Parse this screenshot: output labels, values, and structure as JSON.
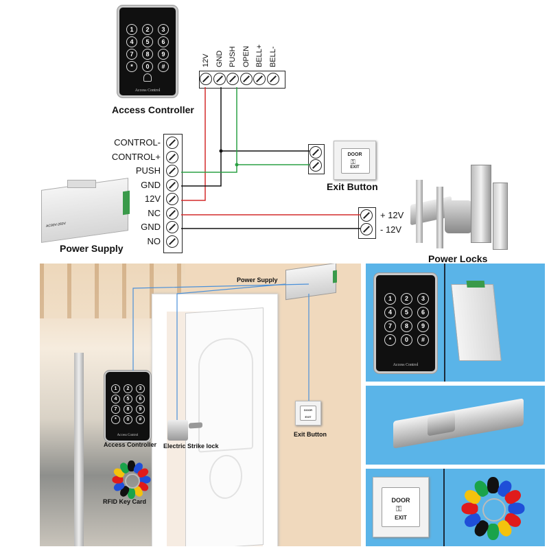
{
  "keypad": {
    "keys": [
      "1",
      "2",
      "3",
      "4",
      "5",
      "6",
      "7",
      "8",
      "9",
      "*",
      "0",
      "#"
    ],
    "brand": "Access Control"
  },
  "access_controller": {
    "caption": "Access Controller",
    "terminals": [
      "12V",
      "GND",
      "PUSH",
      "OPEN",
      "BELL+",
      "BELL-"
    ]
  },
  "power_supply": {
    "caption": "Power Supply",
    "terminals": [
      "CONTROL-",
      "CONTROL+",
      "PUSH",
      "GND",
      "12V",
      "NC",
      "GND",
      "NO"
    ],
    "device_label": "AC90V-260V"
  },
  "exit_button": {
    "caption": "Exit Button",
    "door": "DOOR",
    "exit": "EXIT"
  },
  "locks": {
    "caption": "Power Locks",
    "plus": "+ 12V",
    "minus": "- 12V"
  },
  "scene": {
    "power_supply": "Power Supply",
    "access_controller": "Access Controller",
    "strike": "Electric Strike lock",
    "exit_button": "Exit Button",
    "rfid": "RFID Key Card"
  },
  "colors": {
    "wire_red": "#d42a2a",
    "wire_green": "#2aa043",
    "wire_black": "#111111",
    "scene_wire": "#4a90d9",
    "panel_blue": "#5ab4e8",
    "wall": "#f0d9bd"
  },
  "fob_colors": [
    "#1f4fd8",
    "#e01b1b",
    "#f4c20d",
    "#1aa34a",
    "#111111",
    "#1f4fd8",
    "#e01b1b",
    "#f4c20d",
    "#1aa34a",
    "#111111",
    "#1f4fd8",
    "#e01b1b"
  ]
}
